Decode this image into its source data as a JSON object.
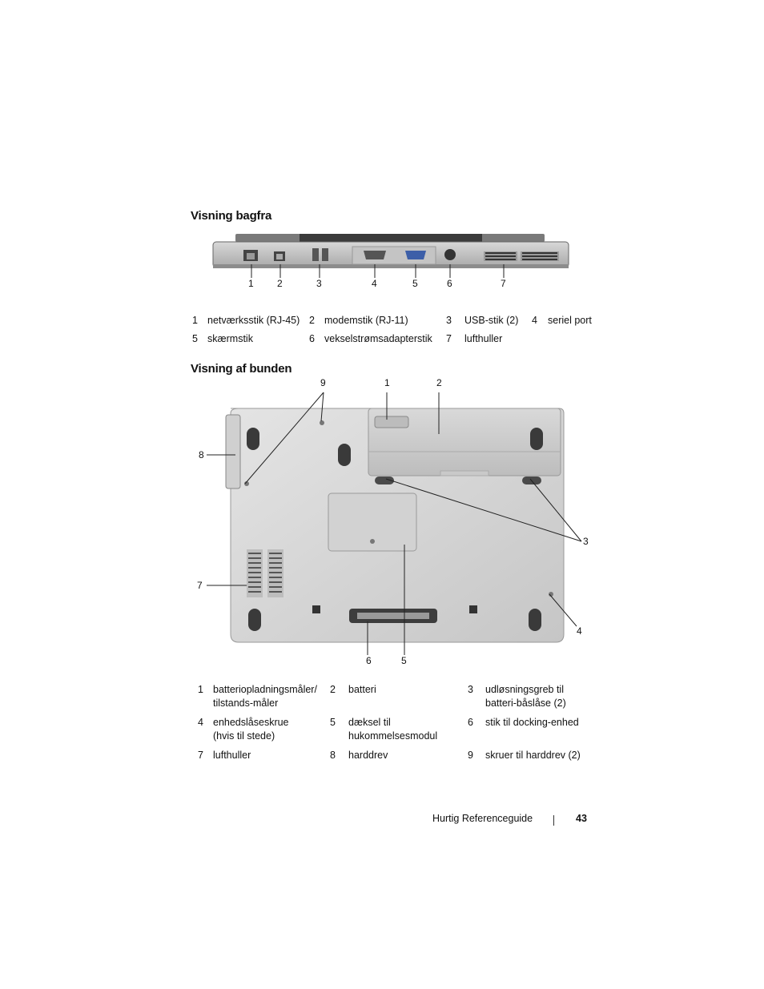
{
  "rear_view": {
    "title": "Visning bagfra",
    "callouts": [
      "1",
      "2",
      "3",
      "4",
      "5",
      "6",
      "7"
    ],
    "legend": [
      [
        {
          "n": "1",
          "t": "netværksstik (RJ-45)"
        },
        {
          "n": "2",
          "t": "modemstik (RJ-11)"
        },
        {
          "n": "3",
          "t": "USB-stik (2)"
        },
        {
          "n": "4",
          "t": "seriel port"
        }
      ],
      [
        {
          "n": "5",
          "t": "skærmstik"
        },
        {
          "n": "6",
          "t": "vekselstrømsadapterstik"
        },
        {
          "n": "7",
          "t": "lufthuller"
        }
      ]
    ]
  },
  "bottom_view": {
    "title": "Visning af bunden",
    "callouts": [
      "1",
      "2",
      "3",
      "4",
      "5",
      "6",
      "7",
      "8",
      "9"
    ],
    "legend": [
      [
        {
          "n": "1",
          "t": "batteriopladningsmåler/\ntilstands-måler"
        },
        {
          "n": "2",
          "t": "batteri"
        },
        {
          "n": "3",
          "t": "udløsningsgreb til\nbatteri-båslåse (2)"
        }
      ],
      [
        {
          "n": "4",
          "t": "enhedslåseskrue\n(hvis til stede)"
        },
        {
          "n": "5",
          "t": "dæksel til\nhukommelsesmodul"
        },
        {
          "n": "6",
          "t": "stik til docking-enhed"
        }
      ],
      [
        {
          "n": "7",
          "t": "lufthuller"
        },
        {
          "n": "8",
          "t": "harddrev"
        },
        {
          "n": "9",
          "t": "skruer til harddrev (2)"
        }
      ]
    ]
  },
  "footer": {
    "guide": "Hurtig Referenceguide",
    "page": "43"
  }
}
